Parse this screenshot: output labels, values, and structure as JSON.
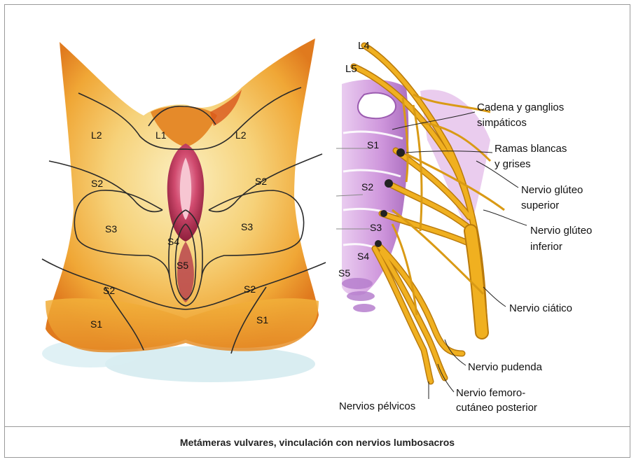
{
  "caption": "Metámeras vulvares, vinculación con nervios lumbosacros",
  "vulva_labels": {
    "l1": "L1",
    "l2_left": "L2",
    "l2_right": "L2",
    "s2_upper_left": "S2",
    "s2_upper_right": "S2",
    "s3_left": "S3",
    "s3_right": "S3",
    "s4": "S4",
    "s5": "S5",
    "s2_lower_left": "S2",
    "s2_lower_right": "S2",
    "s1_left": "S1",
    "s1_right": "S1"
  },
  "spine_labels": {
    "l4": "L4",
    "l5": "L5",
    "s1": "S1",
    "s2": "S2",
    "s3": "S3",
    "s4": "S4",
    "s5": "S5"
  },
  "nerve_labels": {
    "cadena_1": "Cadena y ganglios",
    "cadena_2": "simpáticos",
    "ramas_1": "Ramas blancas",
    "ramas_2": "y grises",
    "gluteo_sup_1": "Nervio glúteo",
    "gluteo_sup_2": "superior",
    "gluteo_inf_1": "Nervio glúteo",
    "gluteo_inf_2": "inferior",
    "ciatico": "Nervio ciático",
    "pudenda": "Nervio pudenda",
    "femoro_1": "Nervio femoro-",
    "femoro_2": "cutáneo posterior",
    "pelvicos": "Nervios pélvicos"
  },
  "colors": {
    "skin_light": "#f7e9a8",
    "skin_mid": "#f2b740",
    "skin_dark": "#e07a1e",
    "skin_red": "#c8401a",
    "mucosa": "#c2305a",
    "nerve": "#f0b020",
    "nerve_outline": "#b97a0c",
    "vertebra": "#c98ad8",
    "vertebra_light": "#eed7f2",
    "shadow_blue": "#bfe3ea"
  }
}
